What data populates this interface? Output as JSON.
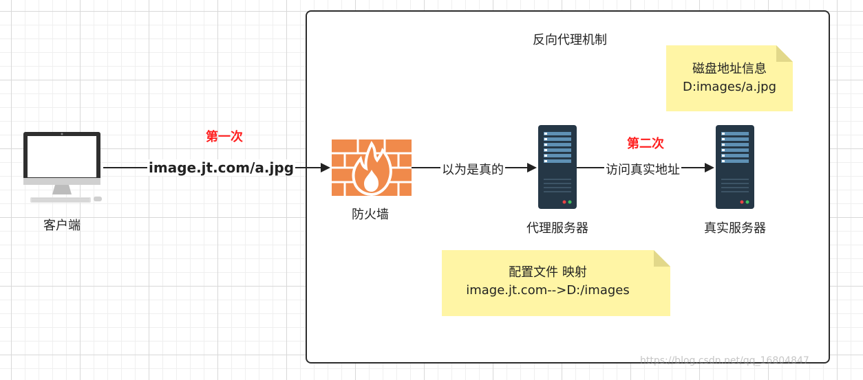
{
  "diagram": {
    "frame_title": "反向代理机制",
    "nodes": {
      "client": {
        "label": "客户端"
      },
      "firewall": {
        "label": "防火墙"
      },
      "proxy_server": {
        "label": "代理服务器"
      },
      "real_server": {
        "label": "真实服务器"
      }
    },
    "notes": {
      "disk_info": {
        "lines": [
          "磁盘地址信息",
          "D:images/a.jpg"
        ]
      },
      "config_mapping": {
        "lines": [
          "配置文件 映射",
          "image.jt.com-->D:/images"
        ]
      }
    },
    "edges": {
      "client_to_firewall": {
        "label": "image.jt.com/a.jpg"
      },
      "firewall_to_proxy": {
        "label": "以为是真的"
      },
      "proxy_to_real": {
        "label": "访问真实地址"
      }
    },
    "annotations": {
      "first": "第一次",
      "second": "第二次"
    }
  },
  "colors": {
    "accent_red": "#ff1f1f",
    "note_fill": "#fff5a5",
    "firewall": "#f08a4b",
    "server": "#253746"
  },
  "watermark": "https://blog.csdn.net/qq_16804847"
}
